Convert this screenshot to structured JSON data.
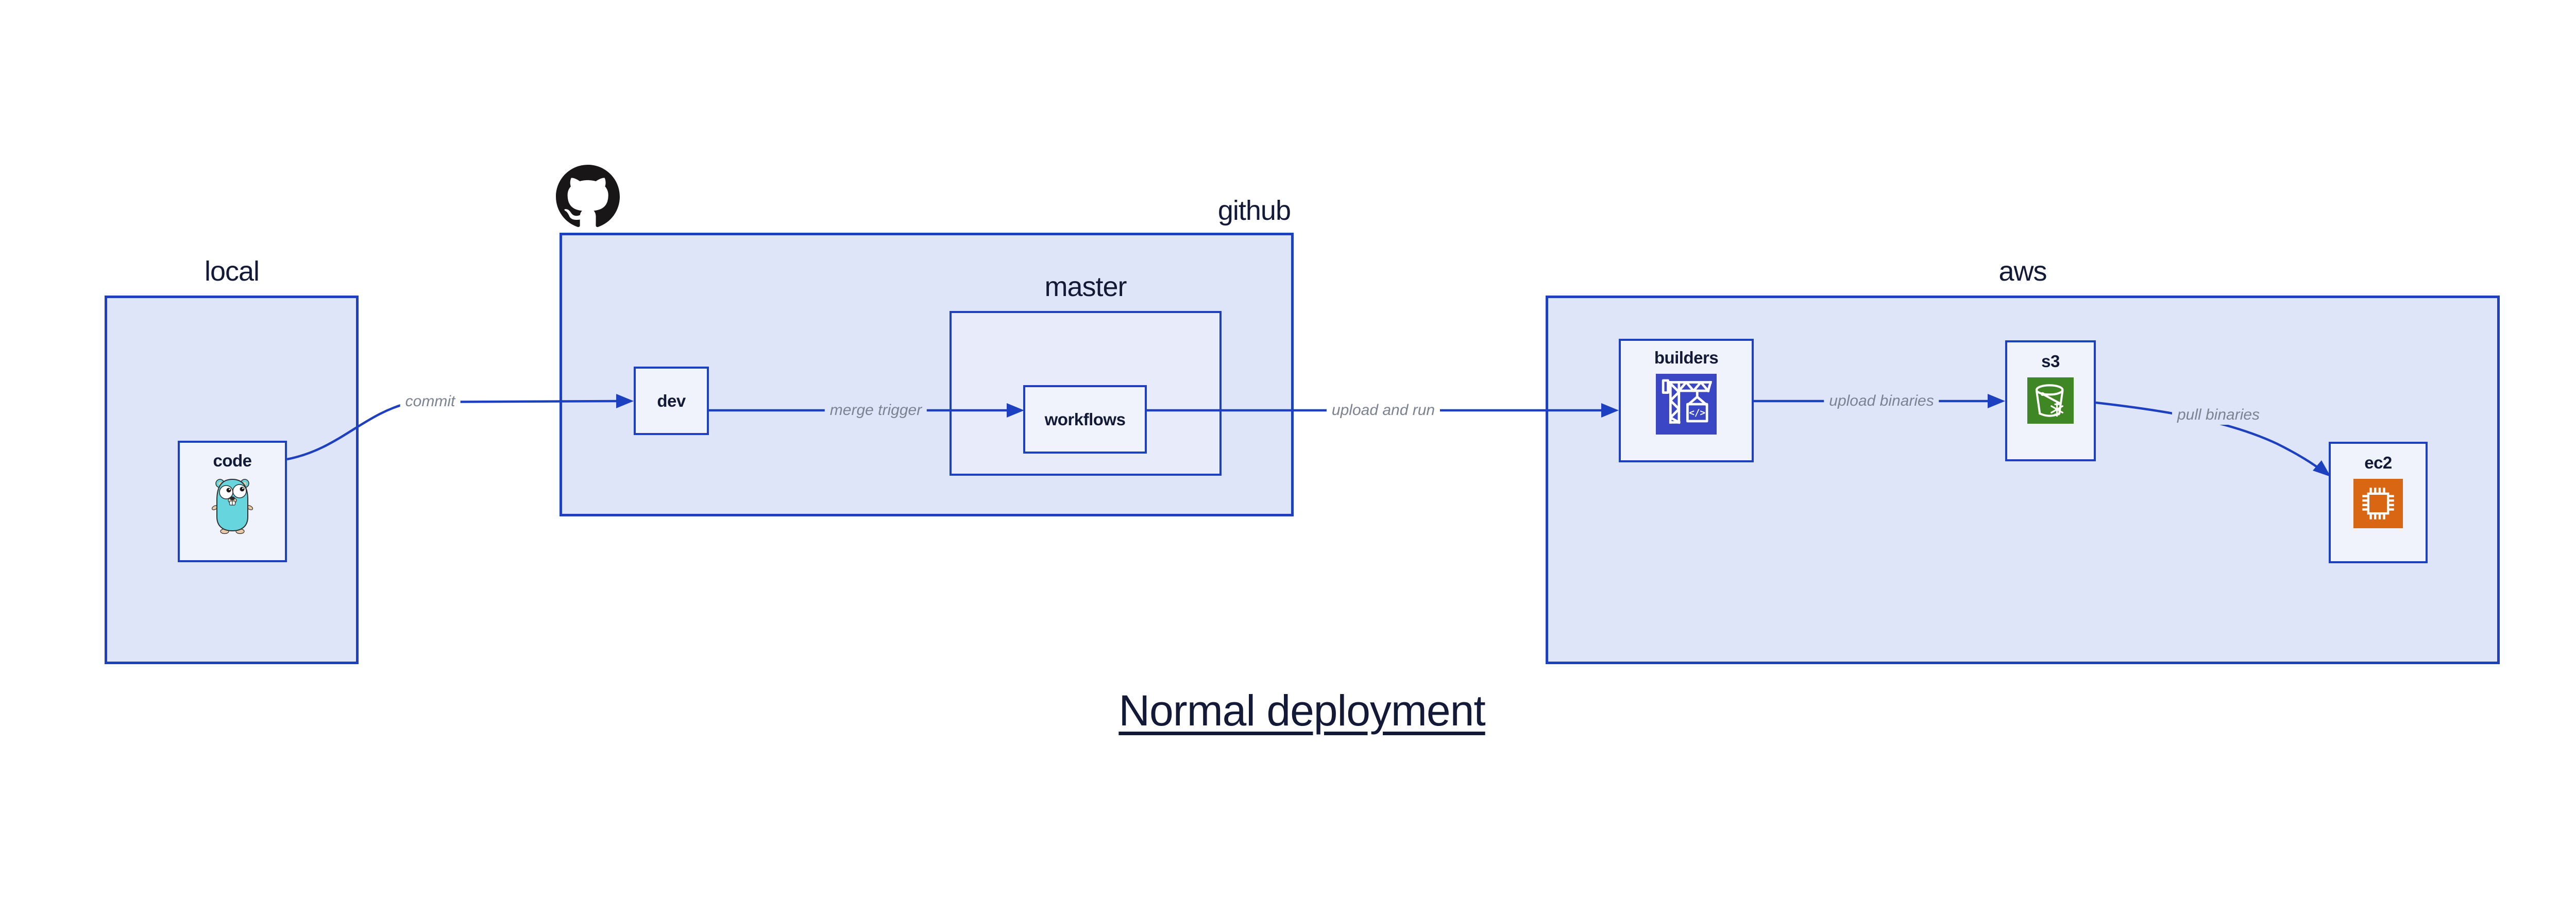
{
  "title": {
    "text": "Normal deployment"
  },
  "groups": {
    "local": {
      "label": "local"
    },
    "github": {
      "label": "github"
    },
    "master": {
      "label": "master"
    },
    "aws": {
      "label": "aws"
    }
  },
  "nodes": {
    "code": {
      "label": "code",
      "icon": "go-gopher-icon"
    },
    "dev": {
      "label": "dev"
    },
    "workflows": {
      "label": "workflows"
    },
    "builders": {
      "label": "builders",
      "icon": "codebuild-crane-icon"
    },
    "s3": {
      "label": "s3",
      "icon": "s3-glacier-bucket-icon"
    },
    "ec2": {
      "label": "ec2",
      "icon": "ec2-chip-icon"
    }
  },
  "edges": [
    {
      "from": "code",
      "to": "dev",
      "label": "commit"
    },
    {
      "from": "dev",
      "to": "workflows",
      "label": "merge trigger"
    },
    {
      "from": "workflows",
      "to": "builders",
      "label": "upload and run"
    },
    {
      "from": "builders",
      "to": "s3",
      "label": "upload binaries"
    },
    {
      "from": "s3",
      "to": "ec2",
      "label": "pull binaries"
    }
  ],
  "logos": {
    "github_mark": "github-octocat-logo"
  },
  "colors": {
    "border_blue": "#1c40c0",
    "container_fill": "#dfe5f9",
    "inner_container_fill": "#e8ecfa",
    "node_fill": "#f0f3fc",
    "edge_label_gray": "#7b8290",
    "text_navy": "#131a38",
    "codebuild_indigo": "#3b46c4",
    "s3_green": "#3f8624",
    "ec2_orange": "#d86613",
    "gopher_teal": "#66d5de",
    "github_black": "#181616",
    "page_background": "#ffffff"
  }
}
